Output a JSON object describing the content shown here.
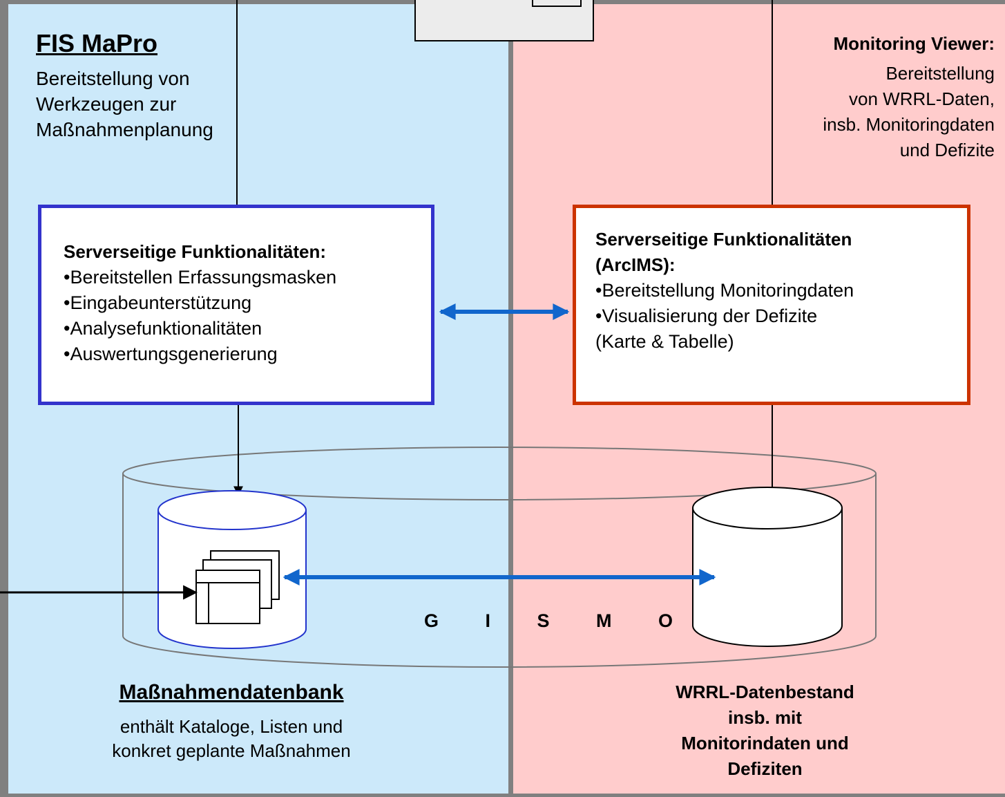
{
  "left_panel": {
    "title": "FIS MaPro",
    "description": [
      "Bereitstellung von",
      "Werkzeugen zur",
      "Maßnahmenplanung"
    ],
    "color": "#cce9fa"
  },
  "right_panel": {
    "title": "Monitoring Viewer:",
    "description": [
      "Bereitstellung",
      "von WRRL-Daten,",
      "insb. Monitoringdaten",
      "und Defizite"
    ],
    "color": "#ffcccc"
  },
  "left_box": {
    "title": "Serverseitige Funktionalitäten:",
    "items": [
      "•Bereitstellen Erfassungsmasken",
      "•Eingabeunterstützung",
      "•Analysefunktionalitäten",
      "•Auswertungsgenerierung"
    ],
    "border_color": "#3333cc"
  },
  "right_box": {
    "title": [
      "Serverseitige Funktionalitäten",
      "(ArcIMS):"
    ],
    "items": [
      "•Bereitstellung Monitoringdaten",
      "•Visualisierung der Defizite",
      "(Karte & Tabelle)"
    ],
    "border_color": "#cc3300"
  },
  "center_label": "G I S M O",
  "left_db": {
    "title": "Maßnahmendatenbank",
    "description": [
      "enthält Kataloge, Listen und",
      "konkret geplante Maßnahmen"
    ]
  },
  "right_db": {
    "title": [
      "WRRL-Datenbestand",
      "insb. mit",
      "Monitorindaten und",
      "Defiziten"
    ]
  },
  "arrow_color": "#1166cc"
}
